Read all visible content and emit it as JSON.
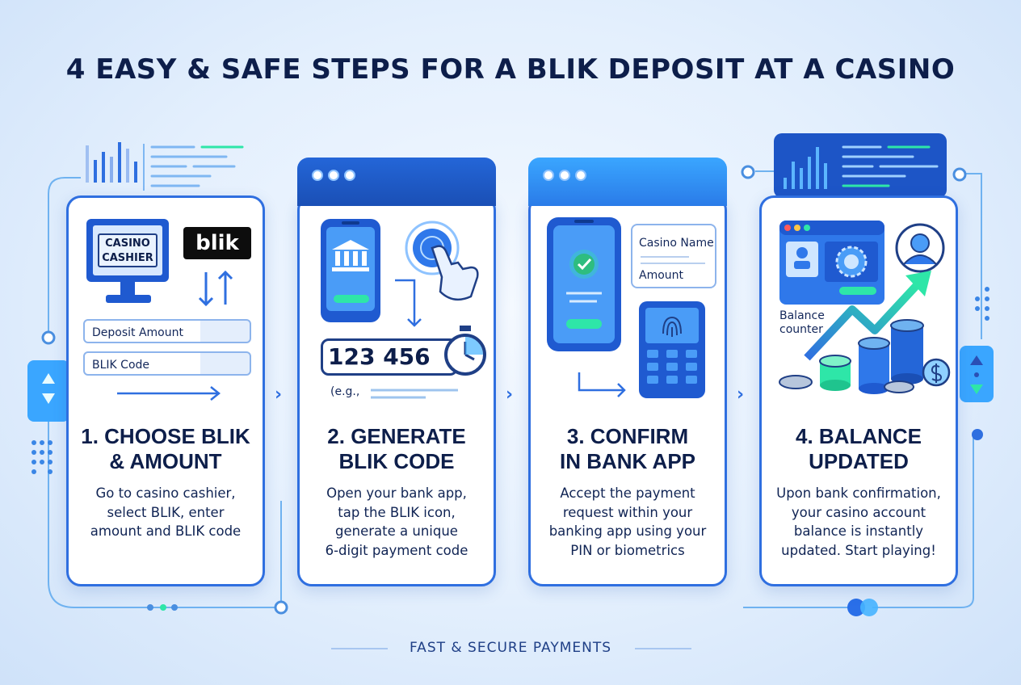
{
  "title": "4 EASY & SAFE STEPS FOR A BLIK DEPOSIT AT A CASINO",
  "footer": "FAST & SECURE PAYMENTS",
  "steps": [
    {
      "title_line1": "1. CHOOSE BLIK",
      "title_line2": "& AMOUNT",
      "desc": [
        "Go to casino cashier,",
        "select BLIK, enter",
        "amount and BLIK code"
      ],
      "screen_label_1": "CASINO",
      "screen_label_2": "CASHIER",
      "logo_text": "blik",
      "field_amount": "Deposit Amount",
      "field_code": "BLIK Code"
    },
    {
      "title_line1": "2. GENERATE",
      "title_line2": "BLIK CODE",
      "desc": [
        "Open your bank app,",
        "tap the BLIK icon,",
        "generate a unique",
        "6-digit payment code"
      ],
      "code": "123 456",
      "example": "(e.g.,"
    },
    {
      "title_line1": "3. CONFIRM",
      "title_line2": "IN BANK APP",
      "desc": [
        "Accept the payment",
        "request within your",
        "banking app using your",
        "PIN or biometrics"
      ],
      "bubble_name": "Casino Name",
      "bubble_amount": "Amount"
    },
    {
      "title_line1": "4. BALANCE",
      "title_line2": "UPDATED",
      "desc": [
        "Upon bank confirmation,",
        "your casino account",
        "balance is instantly",
        "updated. Start playing!"
      ],
      "counter_label_1": "Balance",
      "counter_label_2": "counter"
    }
  ],
  "colors": {
    "primary": "#2f6fe0",
    "dark_navy": "#0d1e4a",
    "accent_green": "#2ee6a8",
    "light_blue": "#3aa6ff"
  },
  "icons": [
    "monitor-icon",
    "blik-logo",
    "swap-arrows-icon",
    "phone-icon",
    "bank-icon",
    "tap-hand-icon",
    "stopwatch-icon",
    "checkmark-icon",
    "fingerprint-icon",
    "keypad-icon",
    "user-avatar-icon",
    "trend-arrow-icon",
    "coin-stack-icon"
  ]
}
